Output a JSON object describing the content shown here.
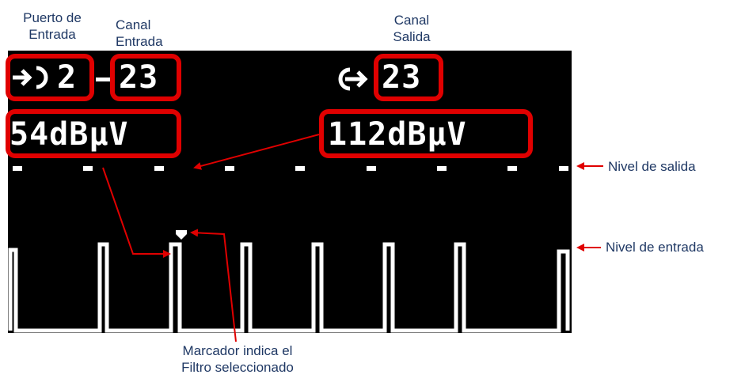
{
  "labels": {
    "puerto_entrada": [
      "Puerto de",
      "Entrada"
    ],
    "canal_entrada": [
      "Canal",
      "Entrada"
    ],
    "canal_salida": [
      "Canal",
      "Salida"
    ],
    "nivel_salida": "Nivel de salida",
    "nivel_entrada": "Nivel de entrada",
    "marcador": [
      "Marcador indica el",
      "Filtro seleccionado"
    ]
  },
  "display": {
    "input_port": "2",
    "input_channel": "23",
    "output_channel": "23",
    "input_level": "54dBµV",
    "output_level": "112dBµV"
  },
  "icons": {
    "input_port_icon": "arrow-into-port-icon",
    "output_port_icon": "arrow-out-of-port-icon"
  },
  "colors": {
    "annotation_text": "#1f3864",
    "highlight": "#e00000",
    "screen_bg": "#000000",
    "screen_fg": "#ffffff"
  },
  "filters": {
    "count": 8,
    "selected_index": 2
  }
}
